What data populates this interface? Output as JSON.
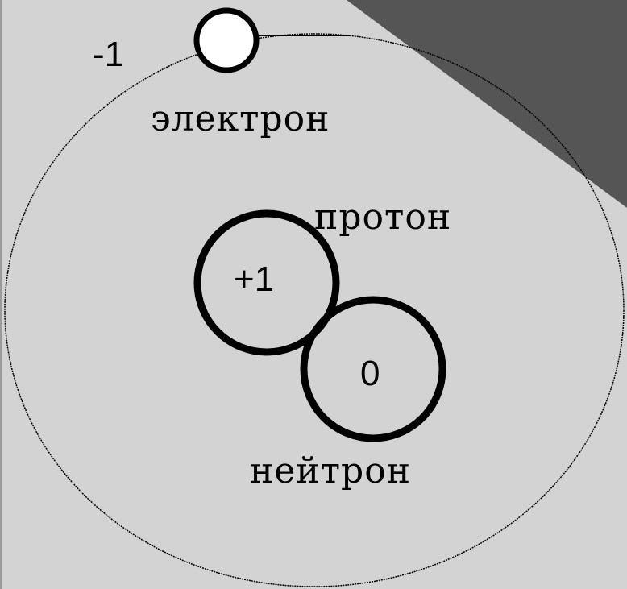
{
  "electron": {
    "charge": "-1",
    "name": "электрон"
  },
  "proton": {
    "charge": "+1",
    "name": "протон"
  },
  "neutron": {
    "charge": "0",
    "name": "нейтрон"
  },
  "colors": {
    "background": "#d3d3d3",
    "corner_shade": "#555555",
    "stroke": "#000000",
    "electron_fill": "#ffffff"
  }
}
